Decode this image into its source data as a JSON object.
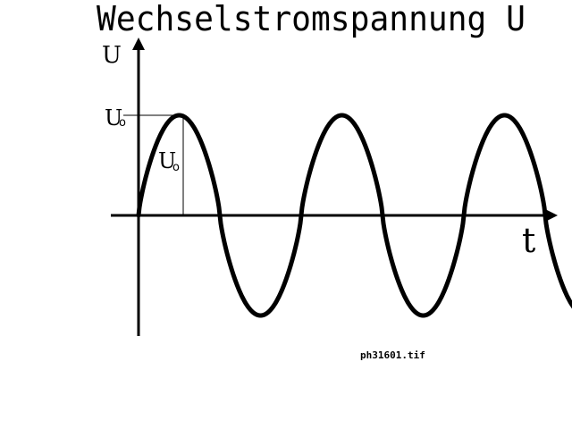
{
  "title": "Wechselstromspannung U",
  "y_axis_label": "U",
  "x_axis_label": "t",
  "amplitude_label_main": "U",
  "amplitude_label_sub": "o",
  "filename": "ph31601.tif",
  "wave": {
    "type": "sine",
    "periods_shown": 2.9
  }
}
